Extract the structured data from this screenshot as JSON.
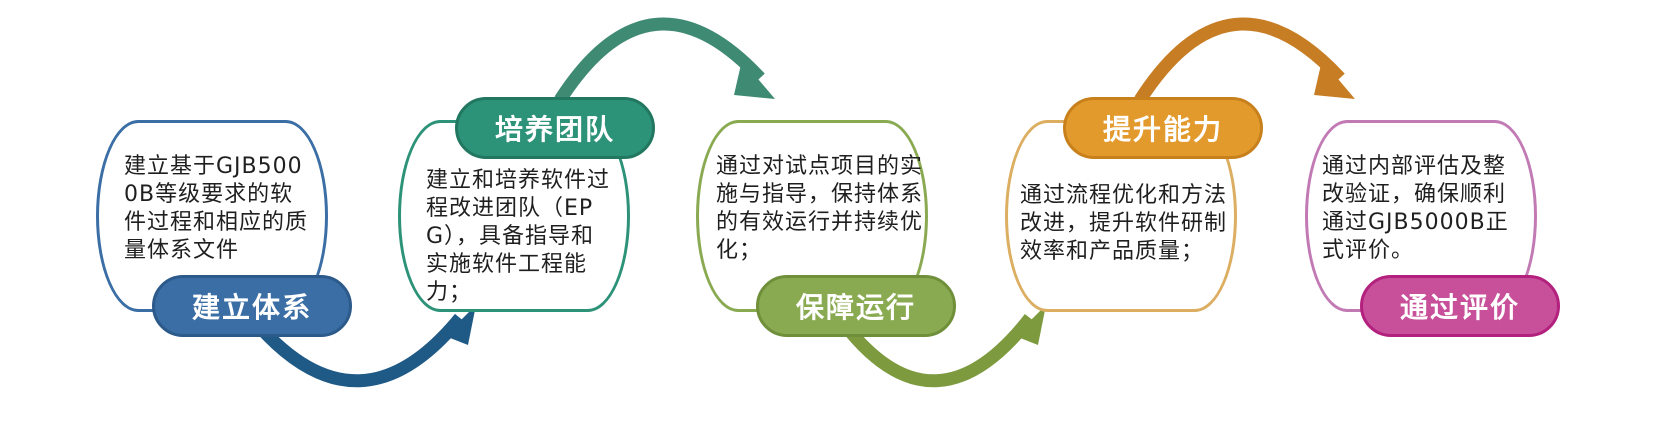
{
  "colors": {
    "blue": "#3a6ea5",
    "blue_dark": "#1f5a87",
    "teal": "#2c9278",
    "teal_arrow": "#3e8a73",
    "green": "#8aaa52",
    "green_arrow": "#7d9a3e",
    "orange": "#e39a2c",
    "orange_arrow": "#c77d24",
    "purple_border": "#c27ab5",
    "magenta": "#c8509a",
    "magenta_border": "#b3217e"
  },
  "steps": [
    {
      "title": "建立体系",
      "text": "建立基于GJB5000B等级要求的软件过程和相应的质量体系文件"
    },
    {
      "title": "培养团队",
      "text": "建立和培养软件过程改进团队（EPG），具备指导和实施软件工程能力；"
    },
    {
      "title": "保障运行",
      "text": "通过对试点项目的实施与指导，保持体系的有效运行并持续优化；"
    },
    {
      "title": "提升能力",
      "text": "通过流程优化和方法改进，提升软件研制效率和产品质量；"
    },
    {
      "title": "通过评价",
      "text": "通过内部评估及整改验证，确保顺利通过GJB5000B正式评价。"
    }
  ]
}
